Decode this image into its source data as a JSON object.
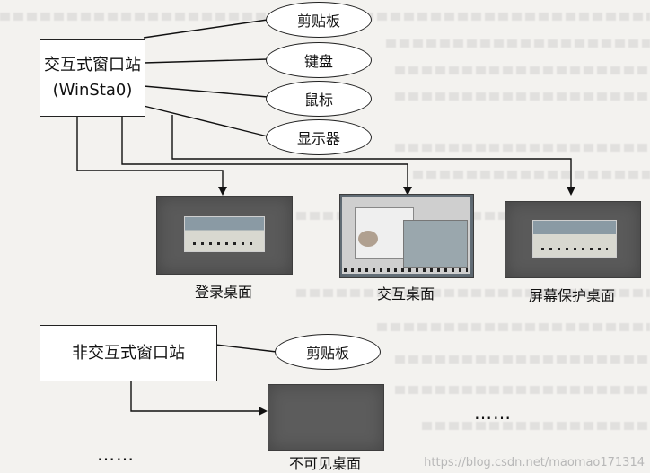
{
  "interactive_station": {
    "title": "交互式窗口站",
    "subtitle": "(WinSta0)",
    "resources": [
      "剪贴板",
      "键盘",
      "鼠标",
      "显示器"
    ],
    "desktops": [
      "登录桌面",
      "交互桌面",
      "屏幕保护桌面"
    ]
  },
  "noninteractive_station": {
    "title": "非交互式窗口站",
    "resources": [
      "剪贴板"
    ],
    "desktops": [
      "不可见桌面"
    ]
  },
  "ellipsis_right": "……",
  "ellipsis_left": "……",
  "watermark": "https://blog.csdn.net/maomao171314"
}
